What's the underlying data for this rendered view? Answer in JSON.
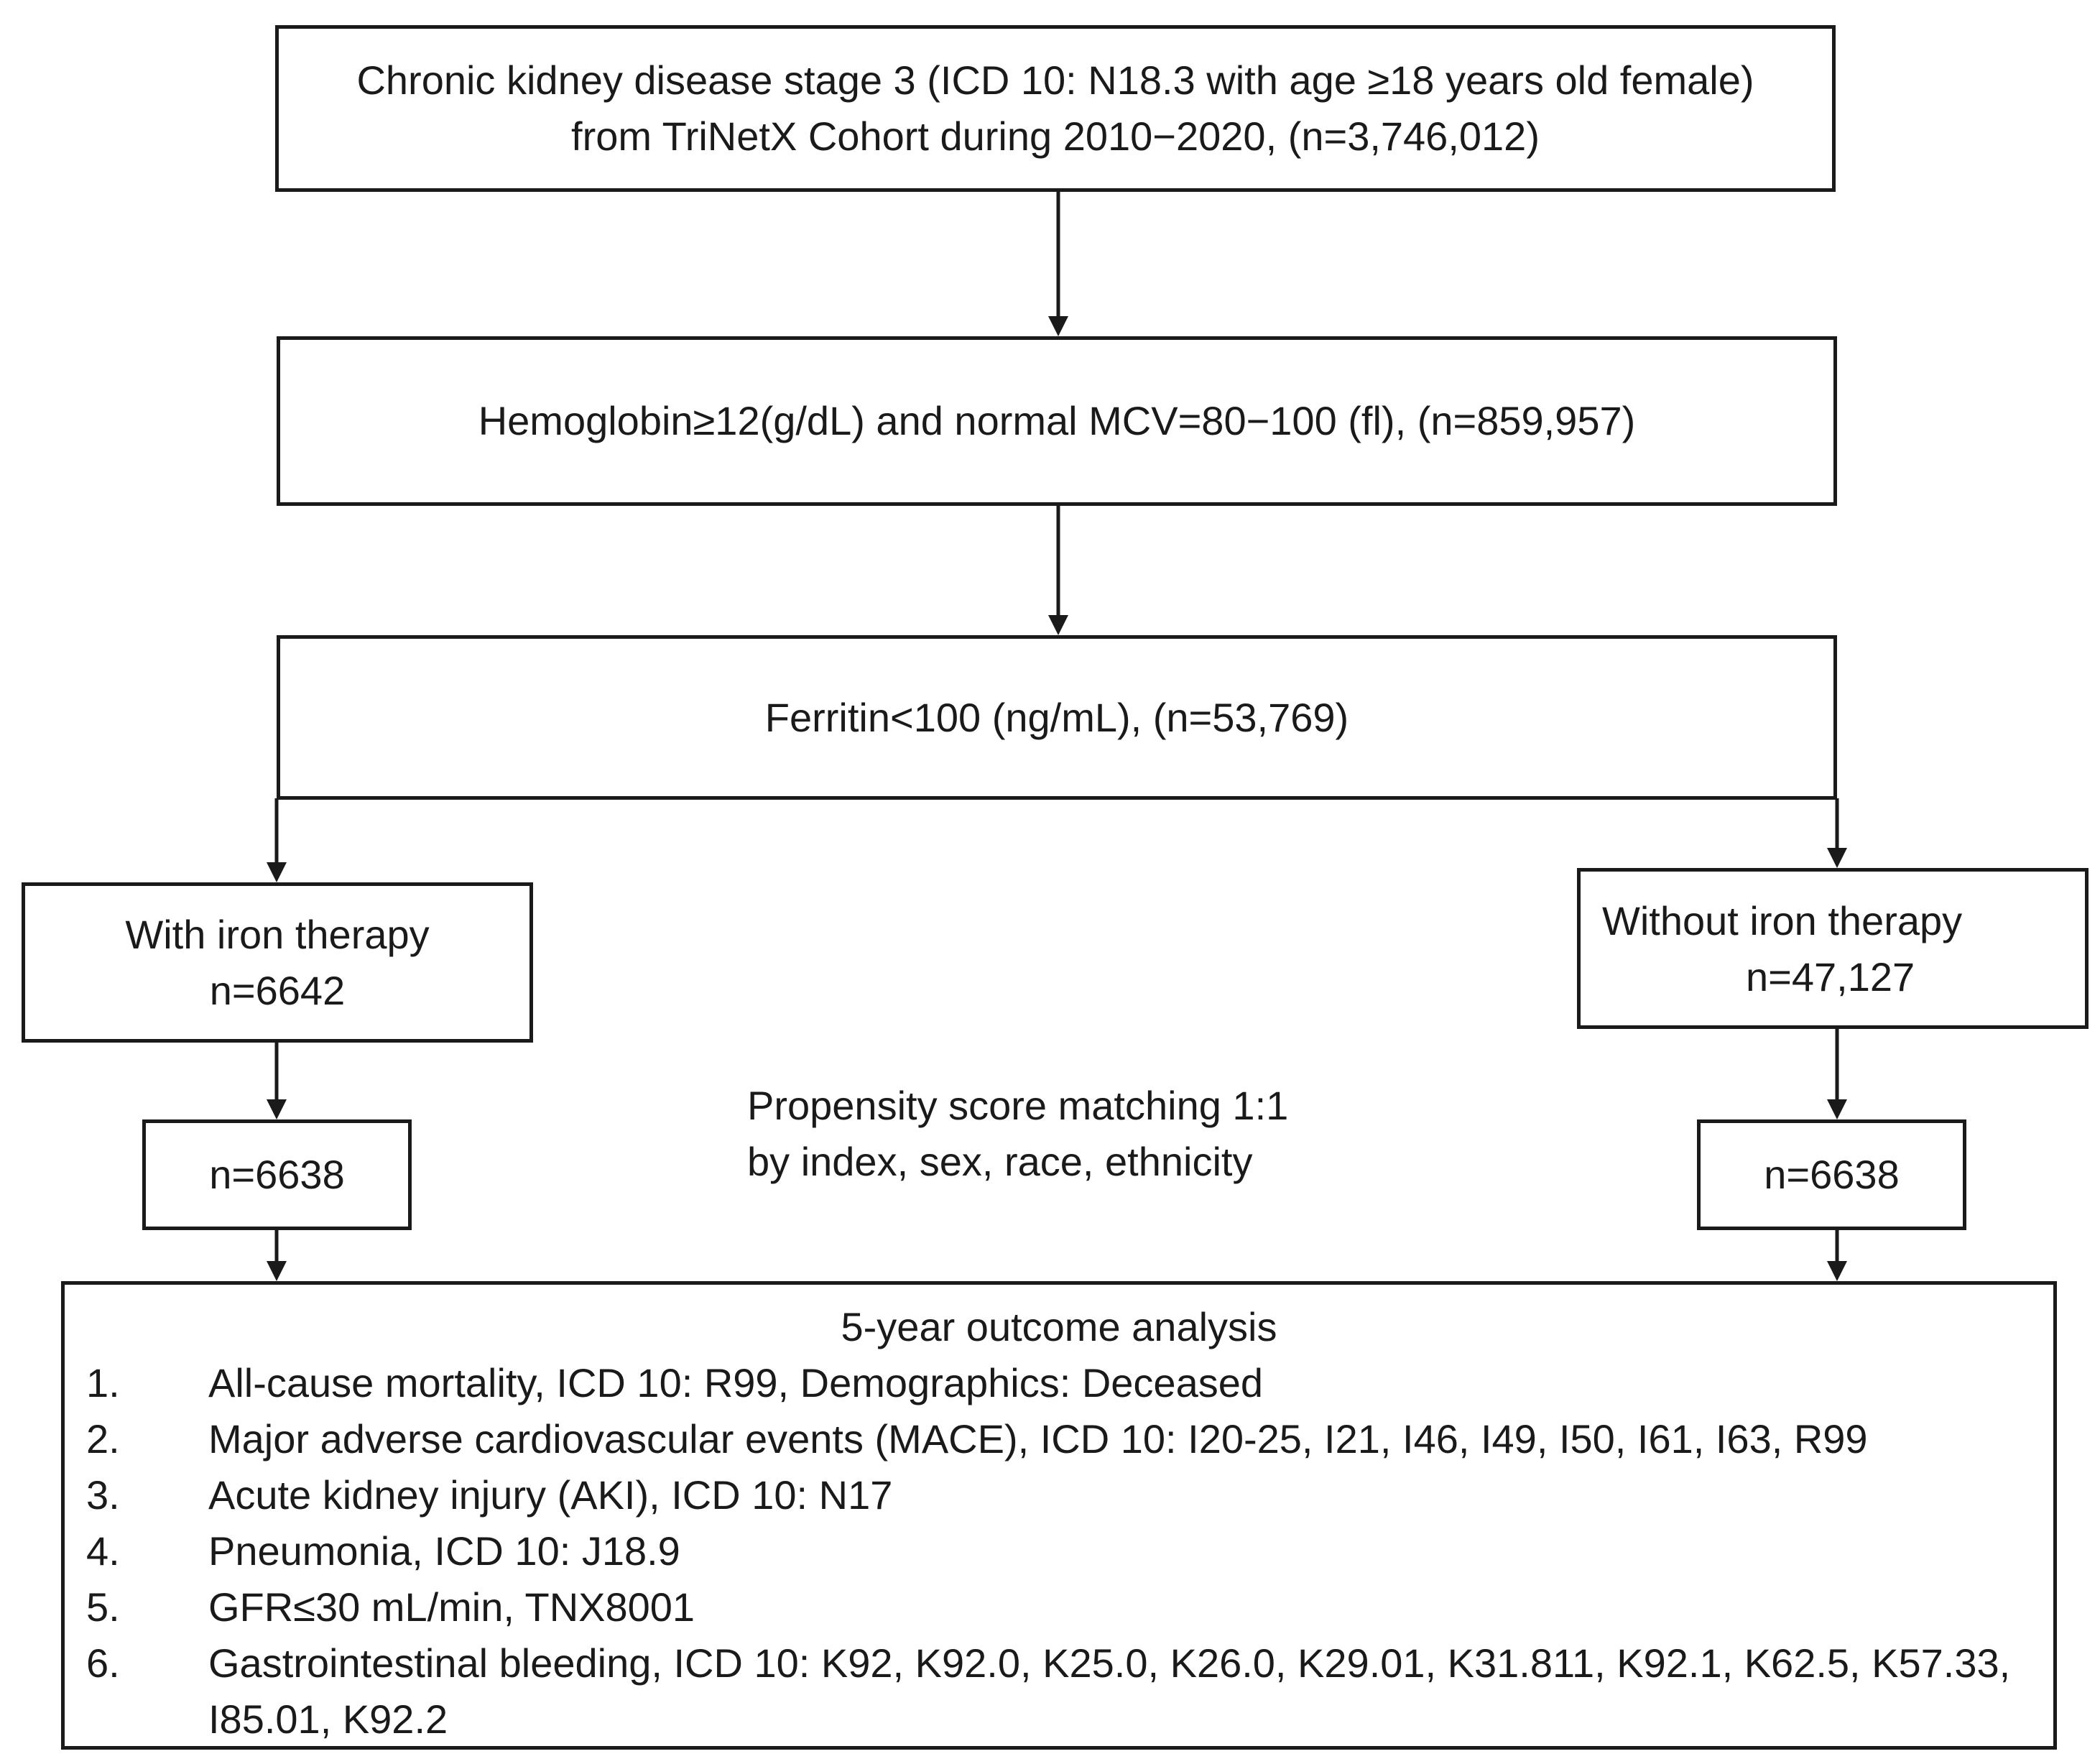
{
  "boxes": {
    "ckd": {
      "lines": [
        "Chronic kidney disease stage 3 (ICD 10: N18.3 with age ≥18 years old female)",
        "from TriNetX Cohort during 2010−2020, (n=3,746,012)"
      ]
    },
    "hemoglobin": {
      "text": "Hemoglobin≥12(g/dL) and normal MCV=80−100 (fl), (n=859,957)"
    },
    "ferritin": {
      "text": "Ferritin<100 (ng/mL), (n=53,769)"
    },
    "with_iron": {
      "label": "With iron therapy",
      "count": "n=6642"
    },
    "without_iron": {
      "label": "Without iron therapy",
      "count": "n=47,127"
    },
    "matched_left": {
      "count": "n=6638"
    },
    "matched_right": {
      "count": "n=6638"
    }
  },
  "matching_note": {
    "lines": [
      "Propensity score matching 1:1",
      "by index, sex, race, ethnicity"
    ]
  },
  "outcomes": {
    "title": "5-year outcome analysis",
    "items": [
      {
        "num": "1.",
        "text": "All-cause mortality, ICD 10: R99, Demographics: Deceased"
      },
      {
        "num": "2.",
        "text": "Major adverse cardiovascular events (MACE), ICD 10: I20-25, I21, I46, I49, I50, I61, I63, R99"
      },
      {
        "num": "3.",
        "text": "Acute kidney injury (AKI), ICD 10: N17"
      },
      {
        "num": "4.",
        "text": "Pneumonia, ICD 10: J18.9"
      },
      {
        "num": "5.",
        "text": "GFR≤30 mL/min, TNX8001"
      },
      {
        "num": "6.",
        "text": "Gastrointestinal bleeding, ICD 10: K92, K92.0, K25.0, K26.0, K29.01, K31.811, K92.1, K62.5, K57.33, I85.01, K92.2"
      }
    ]
  }
}
